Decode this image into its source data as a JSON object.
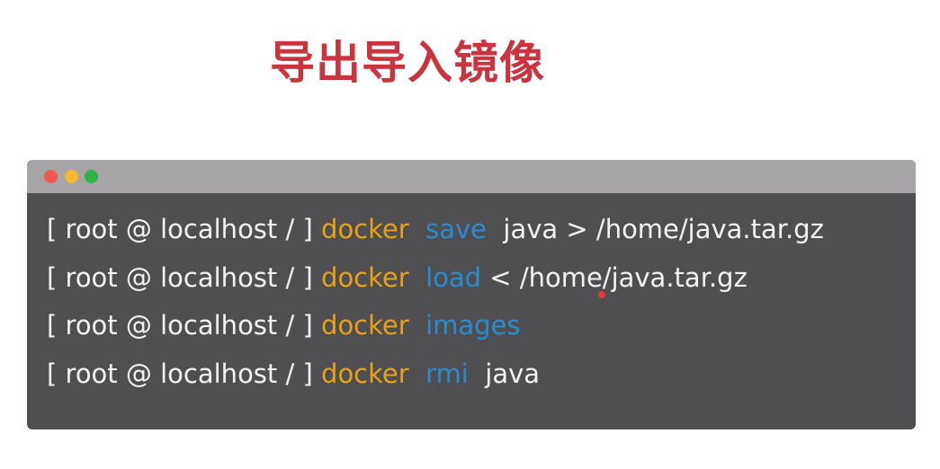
{
  "title": "导出导入镜像",
  "terminal": {
    "lines": [
      {
        "prompt": "[ root @ localhost / ] ",
        "cmd": "docker",
        "sub": "save",
        "args": "java > /home/java.tar.gz"
      },
      {
        "prompt": "[ root @ localhost / ] ",
        "cmd": "docker",
        "sub": "load",
        "args": "< /home/java.tar.gz"
      },
      {
        "prompt": "[ root @ localhost / ] ",
        "cmd": "docker",
        "sub": "images",
        "args": ""
      },
      {
        "prompt": "[ root @ localhost / ] ",
        "cmd": "docker",
        "sub": "rmi",
        "args": "java"
      }
    ]
  },
  "colors": {
    "title": "#c9343e",
    "command": "#e8a11a",
    "subcommand": "#2a8bd0",
    "terminal_bg": "#4f4e51"
  }
}
